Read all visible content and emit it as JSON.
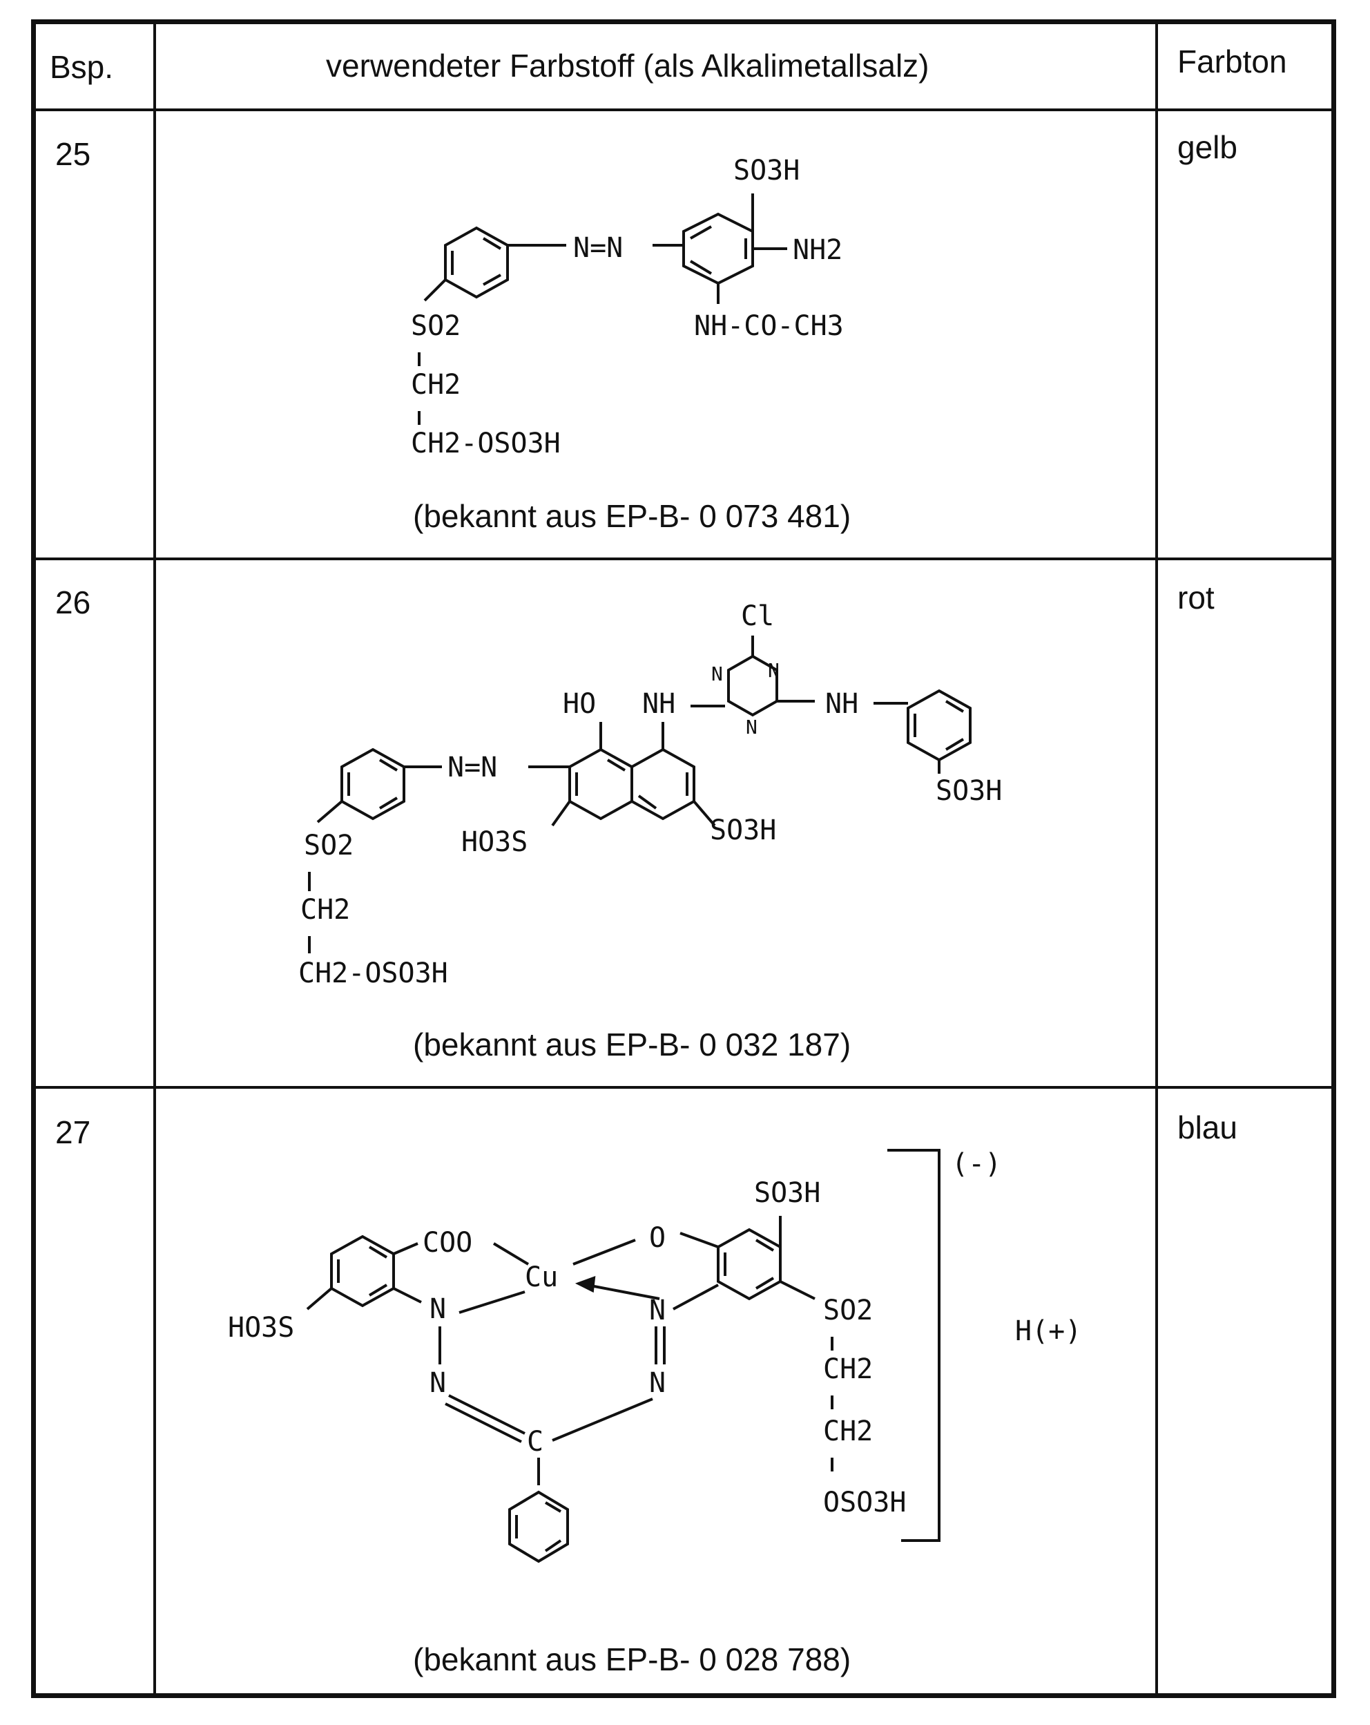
{
  "header": {
    "col_example": "Bsp.",
    "col_dye": "verwendeter Farbstoff (als Alkalimetallsalz)",
    "col_shade": "Farbton"
  },
  "rows": [
    {
      "example": "25",
      "shade": "gelb",
      "source": "(bekannt aus EP-B- 0 073 481)"
    },
    {
      "example": "26",
      "shade": "rot",
      "source": "(bekannt aus EP-B- 0 032 187)"
    },
    {
      "example": "27",
      "shade": "blau",
      "source": "(bekannt aus EP-B- 0 028 788)"
    }
  ],
  "structure_labels": {
    "r25": {
      "so3h": "SO3H",
      "nh2": "NH2",
      "azo": "N=N",
      "nhcoch3": "NH-CO-CH3",
      "so2": "SO2",
      "ch2": "CH2",
      "ch2oso3h": "CH2-OSO3H"
    },
    "r26": {
      "cl": "Cl",
      "n": "N",
      "ho": "HO",
      "nh": "NH",
      "azo": "N=N",
      "so3h": "SO3H",
      "ho3s": "HO3S",
      "so2": "SO2",
      "ch2": "CH2",
      "ch2oso3h": "CH2-OSO3H"
    },
    "r27": {
      "charge": "(-)",
      "so3h": "SO3H",
      "coo": "COO",
      "o": "O",
      "cu": "Cu",
      "ho3s": "HO3S",
      "n": "N",
      "c": "C",
      "so2": "SO2",
      "ch2": "CH2",
      "oso3h": "OSO3H",
      "h_plus": "H(+)"
    }
  }
}
